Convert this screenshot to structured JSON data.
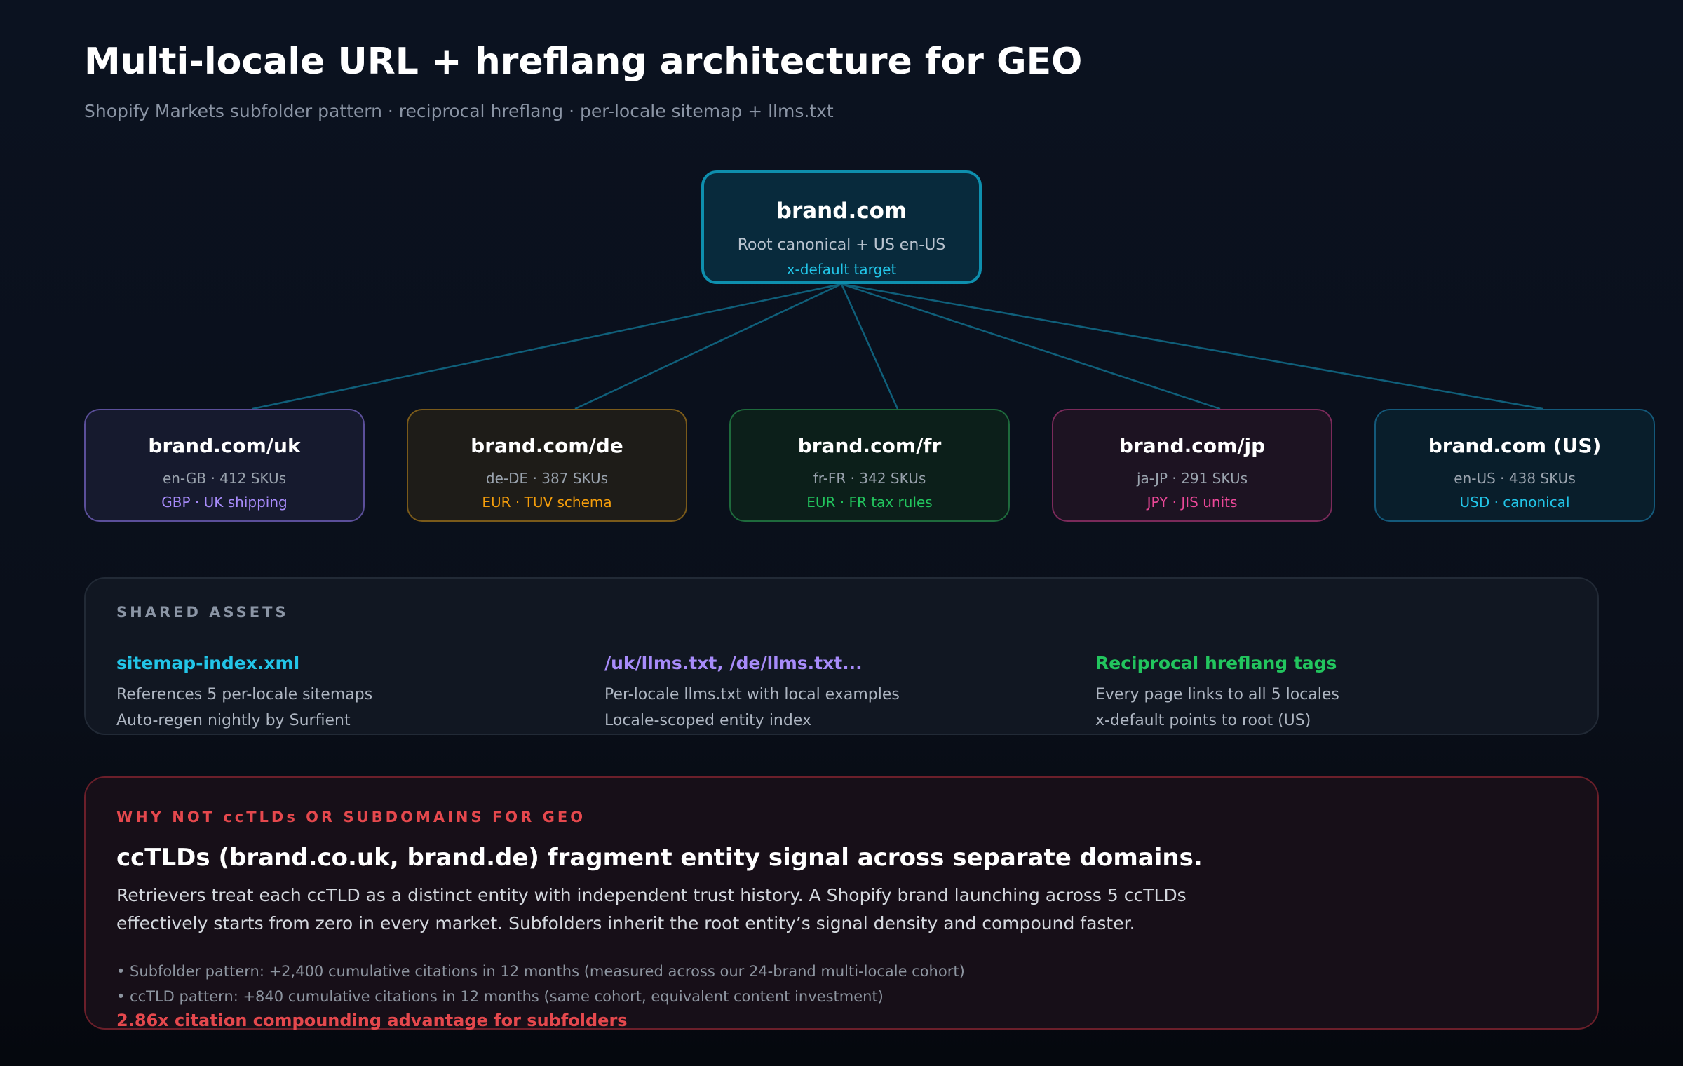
{
  "header": {
    "title": "Multi-locale URL + hreflang architecture for GEO",
    "subtitle": "Shopify Markets subfolder pattern · reciprocal hreflang · per-locale sitemap + llms.txt"
  },
  "root": {
    "title": "brand.com",
    "line1": "Root canonical + US en-US",
    "line2": "x-default target"
  },
  "locales": [
    {
      "title": "brand.com/uk",
      "line1": "en-GB · 412 SKUs",
      "line2": "GBP · UK shipping",
      "accent": "#a78bfa",
      "bg": "#161a2e",
      "border": "#5b4f9a"
    },
    {
      "title": "brand.com/de",
      "line1": "de-DE · 387 SKUs",
      "line2": "EUR · TUV schema",
      "accent": "#f59e0b",
      "bg": "#1e1c18",
      "border": "#7a5a1a"
    },
    {
      "title": "brand.com/fr",
      "line1": "fr-FR · 342 SKUs",
      "line2": "EUR · FR tax rules",
      "accent": "#22c55e",
      "bg": "#0c1f1a",
      "border": "#1e6a3c"
    },
    {
      "title": "brand.com/jp",
      "line1": "ja-JP · 291 SKUs",
      "line2": "JPY · JIS units",
      "accent": "#ec4899",
      "bg": "#1d1322",
      "border": "#7a2a5a"
    },
    {
      "title": "brand.com (US)",
      "line1": "en-US · 438 SKUs",
      "line2": "USD · canonical",
      "accent": "#22c5e8",
      "bg": "#091e2b",
      "border": "#14597a"
    }
  ],
  "connector_color": "#0f5f7a",
  "shared_assets": {
    "label": "SHARED ASSETS",
    "items": [
      {
        "title": "sitemap-index.xml",
        "line1": "References 5 per-locale sitemaps",
        "line2": "Auto-regen nightly by Surfient",
        "accent": "#22c5e8"
      },
      {
        "title": "/uk/llms.txt, /de/llms.txt...",
        "line1": "Per-locale llms.txt with local examples",
        "line2": "Locale-scoped entity index",
        "accent": "#a78bfa"
      },
      {
        "title": "Reciprocal hreflang tags",
        "line1": "Every page links to all 5 locales",
        "line2": "x-default points to root (US)",
        "accent": "#22c55e"
      }
    ]
  },
  "why": {
    "label": "WHY NOT ccTLDs OR SUBDOMAINS FOR GEO",
    "headline": "ccTLDs (brand.co.uk, brand.de) fragment entity signal across separate domains.",
    "body_line1": "Retrievers treat each ccTLD as a distinct entity with independent trust history. A Shopify brand launching across 5 ccTLDs",
    "body_line2": "effectively starts from zero in every market. Subfolders inherit the root entity’s signal density and compound faster.",
    "bullets": [
      "• Subfolder pattern: +2,400 cumulative citations in 12 months (measured across our 24-brand multi-locale cohort)",
      "• ccTLD pattern: +840 cumulative citations in 12 months (same cohort, equivalent content investment)"
    ],
    "conclusion": "2.86x citation compounding advantage for subfolders"
  }
}
